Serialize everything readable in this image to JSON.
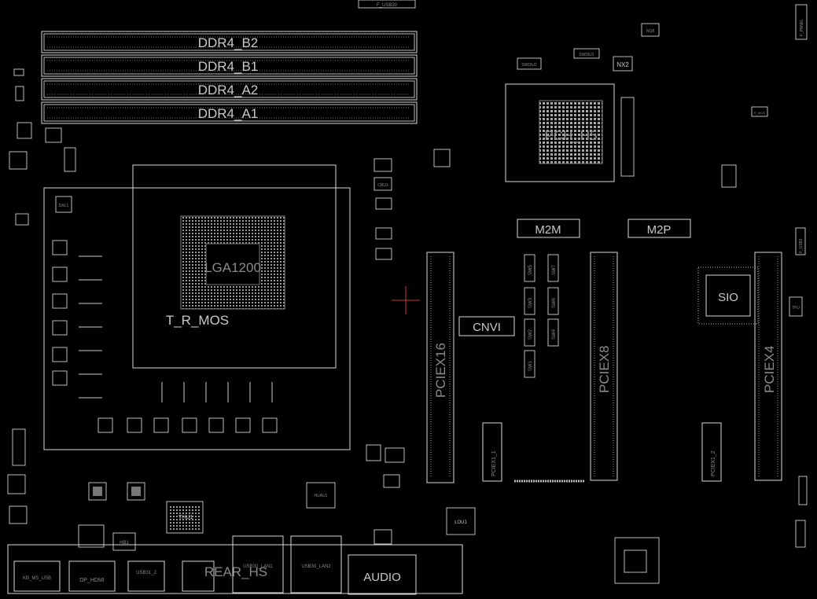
{
  "board": {
    "labels": {
      "ddr4_b2": "DDR4_B2",
      "ddr4_b1": "DDR4_B1",
      "ddr4_a2": "DDR4_A2",
      "ddr4_a1": "DDR4_A1",
      "socket": "LGA1200",
      "t_r_mos": "T_R_MOS",
      "pch": "PCH_H5",
      "m2m": "M2M",
      "m2p": "M2P",
      "sio": "SIO",
      "cnvi": "CNVI",
      "pciex16": "PCIEX16",
      "pciex8": "PCIEX8",
      "pciex4": "PCIEX4",
      "pciex1_1": "PCIEX1_1",
      "pciex1_2": "PCIEX1_2",
      "rear_hs": "REAR_HS",
      "audio": "AUDIO",
      "kb_ms_usb": "KB_MS_USB",
      "dp_hdmi": "DP_HDMI",
      "usb31_2": "USB31_2",
      "usb_lan1": "USB30_LAN1",
      "usb_lan2": "USB30_LAN2",
      "lou1": "LOU1",
      "huau1": "HUAU1",
      "thu1": "THU1",
      "hb1": "HB1",
      "nx2": "NX2",
      "nq8": "NQ8",
      "f_usb30": "F_USB30",
      "f_panel": "F_PANEL",
      "f_usb1": "F_USB1",
      "sw_labels": [
        "SW1",
        "SW2",
        "SW3",
        "SW4",
        "SW5",
        "SW6",
        "SW7"
      ],
      "swdiu1": "SWDIU1",
      "swdiu2": "SWDIU2",
      "r_mos": "R_MOS",
      "dal1": "DAL1",
      "cru1": "CRU1",
      "tpu": "TPU"
    },
    "colors": {
      "background": "#000000",
      "outline": "#d8d8d8",
      "cursor": "#c0393b"
    }
  }
}
